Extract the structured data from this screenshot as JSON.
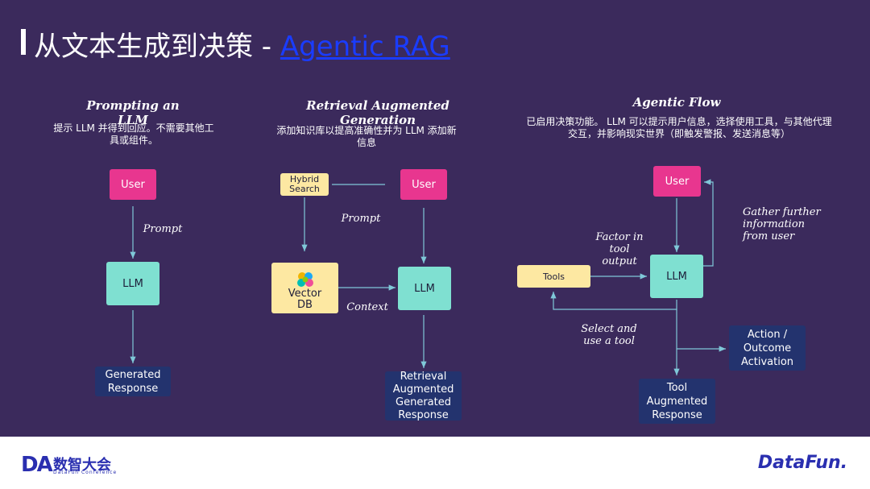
{
  "title": {
    "prefix": "从文本生成到决策 - ",
    "link": "Agentic RAG"
  },
  "col1": {
    "title": "Prompting an LLM",
    "desc": "提示 LLM 并得到回应。不需要其他工具或组件。",
    "user": "User",
    "prompt": "Prompt",
    "llm": "LLM",
    "response": "Generated Response"
  },
  "col2": {
    "title": "Retrieval Augmented Generation",
    "desc": "添加知识库以提高准确性并为 LLM 添加新信息",
    "hybrid": "Hybrid Search",
    "user": "User",
    "prompt": "Prompt",
    "vector": "Vector DB",
    "llm": "LLM",
    "context": "Context",
    "response": "Retrieval Augmented Generated Response"
  },
  "col3": {
    "title": "Agentic Flow",
    "desc": "已启用决策功能。 LLM 可以提示用户信息，选择使用工具，与其他代理交互，并影响现实世界（即触发警报、发送消息等）",
    "user": "User",
    "gather": "Gather further information from user",
    "factor": "Factor in tool output",
    "tools": "Tools",
    "llm": "LLM",
    "select": "Select and use a tool",
    "action": "Action / Outcome Activation",
    "response": "Tool Augmented Response"
  },
  "footer": {
    "logo_da": "DA",
    "logo_cn": "数智大会",
    "logo_sub": "DataFun Conference",
    "logo_df": "DataFun."
  },
  "colors": {
    "bg": "#3b2a5c",
    "pink": "#e8368f",
    "teal": "#7fe0d1",
    "yellow": "#fde8a2",
    "navy": "#23336e",
    "link": "#1a3cff"
  }
}
